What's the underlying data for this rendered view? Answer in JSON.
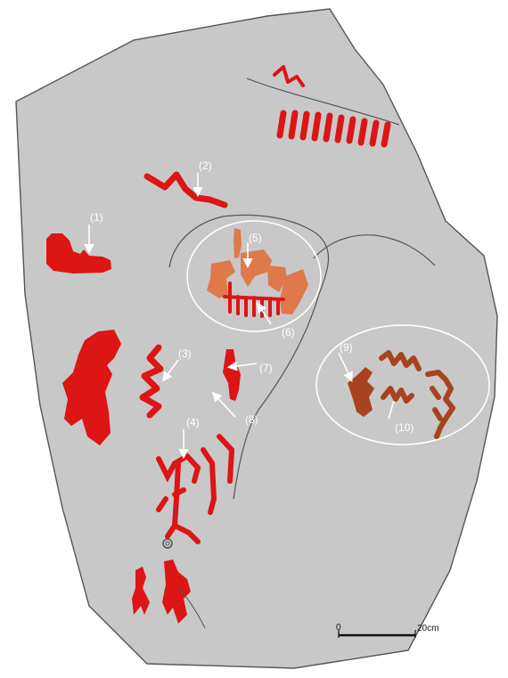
{
  "colors": {
    "rock": "#c8c8c8",
    "outline": "#555555",
    "figure_red": "#dd1515",
    "figure_orange": "#e0794a",
    "figure_brown": "#a8431f",
    "annotation": "#ffffff",
    "background": "#ffffff"
  },
  "labels": {
    "l1": "(1)",
    "l2": "(2)",
    "l3": "(3)",
    "l4": "(4)",
    "l5": "(5)",
    "l6": "(6)",
    "l7": "(7)",
    "l8": "(8)",
    "l9": "(9)",
    "l10": "(10)"
  },
  "scale_bar": {
    "start_label": "0",
    "end_label": "20cm"
  }
}
